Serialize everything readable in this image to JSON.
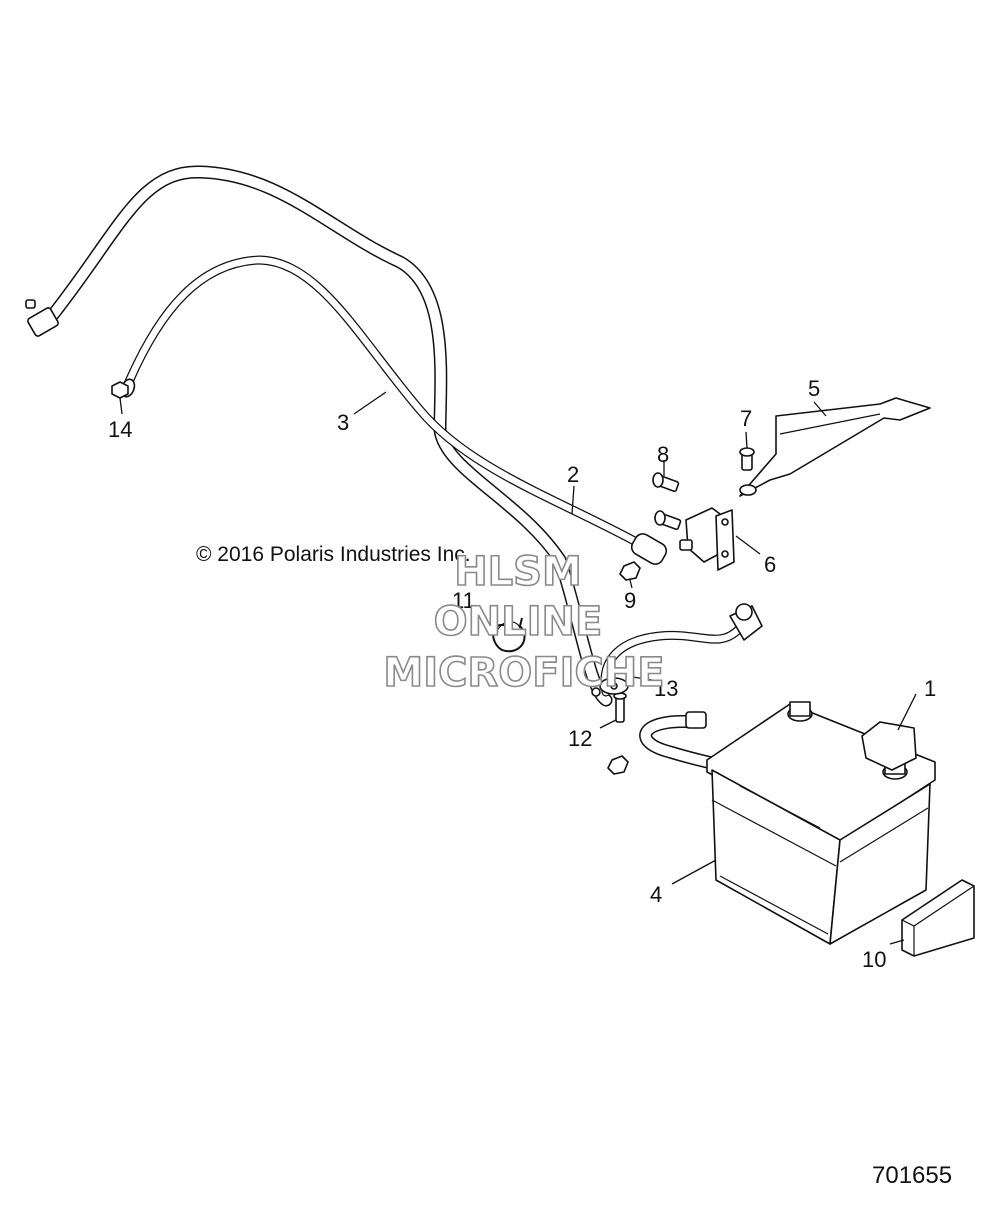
{
  "copyright": "© 2016 Polaris Industries Inc.",
  "watermark": {
    "line1": "HLSM",
    "line2": "ONLINE",
    "line3": "MICROFICHE"
  },
  "document_number": "701655",
  "callouts": {
    "c1": "1",
    "c2": "2",
    "c3": "3",
    "c4": "4",
    "c5": "5",
    "c6": "6",
    "c7": "7",
    "c8": "8",
    "c9": "9",
    "c10": "10",
    "c11": "11",
    "c12": "12",
    "c13": "13",
    "c14": "14"
  }
}
